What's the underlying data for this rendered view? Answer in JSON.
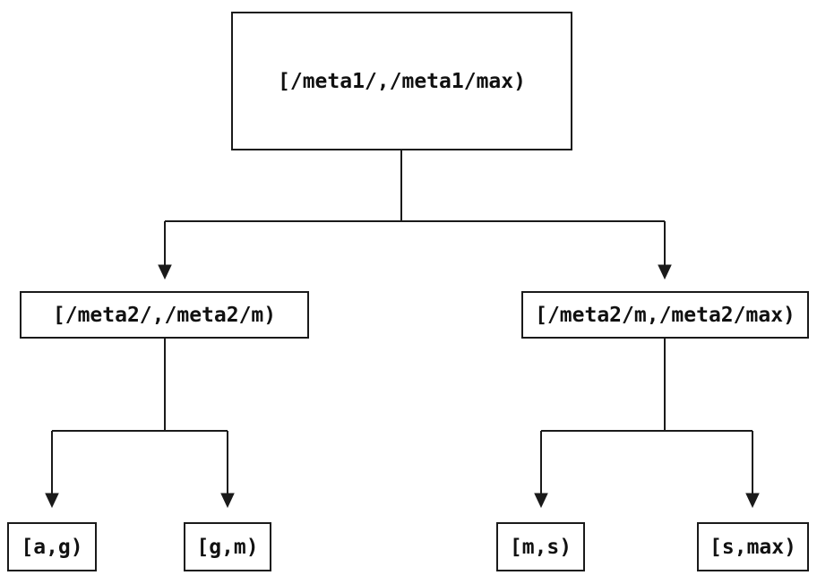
{
  "tree": {
    "label": "[/meta1/,/meta1/max)",
    "children": [
      {
        "label": "[/meta2/,/meta2/m)",
        "children": [
          {
            "label": "[a,g)"
          },
          {
            "label": "[g,m)"
          }
        ]
      },
      {
        "label": "[/meta2/m,/meta2/max)",
        "children": [
          {
            "label": "[m,s)"
          },
          {
            "label": "[s,max)"
          }
        ]
      }
    ]
  },
  "colors": {
    "line": "#1a1a1a",
    "box_border": "#1a1a1a",
    "text": "#111111",
    "background": "#ffffff"
  }
}
